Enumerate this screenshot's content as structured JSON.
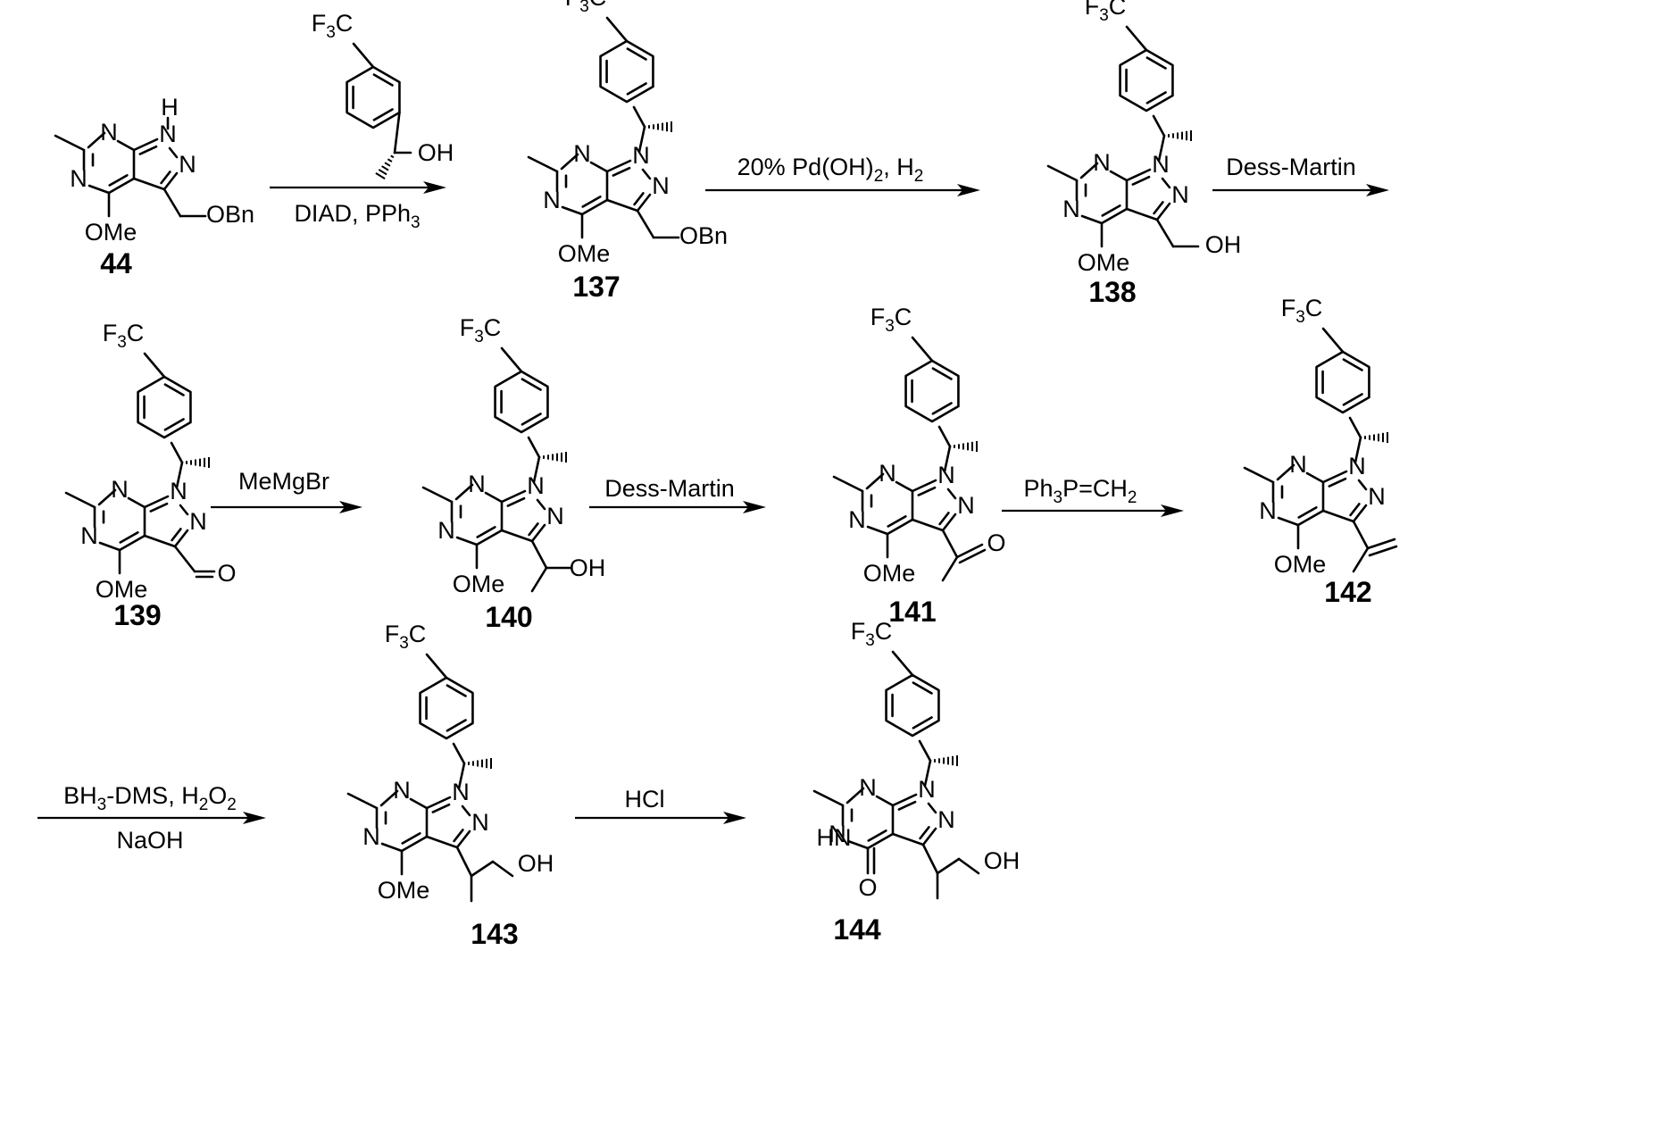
{
  "compounds": [
    {
      "id": "44",
      "substituent": "OBn",
      "n1": "H",
      "oxo": false
    },
    {
      "id": "137",
      "substituent": "OBn",
      "n1": "aryl",
      "oxo": false
    },
    {
      "id": "138",
      "substituent": "OH",
      "n1": "aryl",
      "oxo": false
    },
    {
      "id": "139",
      "substituent": "CHO",
      "n1": "aryl",
      "oxo": false
    },
    {
      "id": "140",
      "substituent": "CH(OH)Me",
      "n1": "aryl",
      "oxo": false
    },
    {
      "id": "141",
      "substituent": "COMe",
      "n1": "aryl",
      "oxo": false
    },
    {
      "id": "142",
      "substituent": "isopropenyl",
      "n1": "aryl",
      "oxo": false
    },
    {
      "id": "143",
      "substituent": "CH(Me)CH2OH",
      "n1": "aryl",
      "oxo": false
    },
    {
      "id": "144",
      "substituent": "CH(Me)CH2OH",
      "n1": "aryl",
      "oxo": true
    }
  ],
  "labels": {
    "N": "N",
    "H": "H",
    "HN": "HN",
    "O": "O",
    "OMe": "OMe",
    "OH": "OH",
    "OBn": "OBn",
    "F3C_F": "F",
    "F3C_3": "3",
    "F3C_C": "C"
  },
  "reactions": [
    {
      "above": "",
      "below": "DIAD, PPh3",
      "below_parts": [
        "DIAD, PPh",
        "3"
      ]
    },
    {
      "above": "20% Pd(OH)2, H2",
      "above_parts": [
        "20% Pd(OH)",
        "2",
        ", H",
        "2"
      ]
    },
    {
      "above": "Dess-Martin"
    },
    {
      "above": "MeMgBr"
    },
    {
      "above": "Dess-Martin"
    },
    {
      "above": "Ph3P=CH2",
      "above_parts": [
        "Ph",
        "3",
        "P=CH",
        "2"
      ]
    },
    {
      "above": "BH3-DMS, H2O2",
      "above_parts": [
        "BH",
        "3",
        "-DMS, H",
        "2",
        "O",
        "2"
      ],
      "below": "NaOH"
    },
    {
      "above": "HCl"
    }
  ]
}
